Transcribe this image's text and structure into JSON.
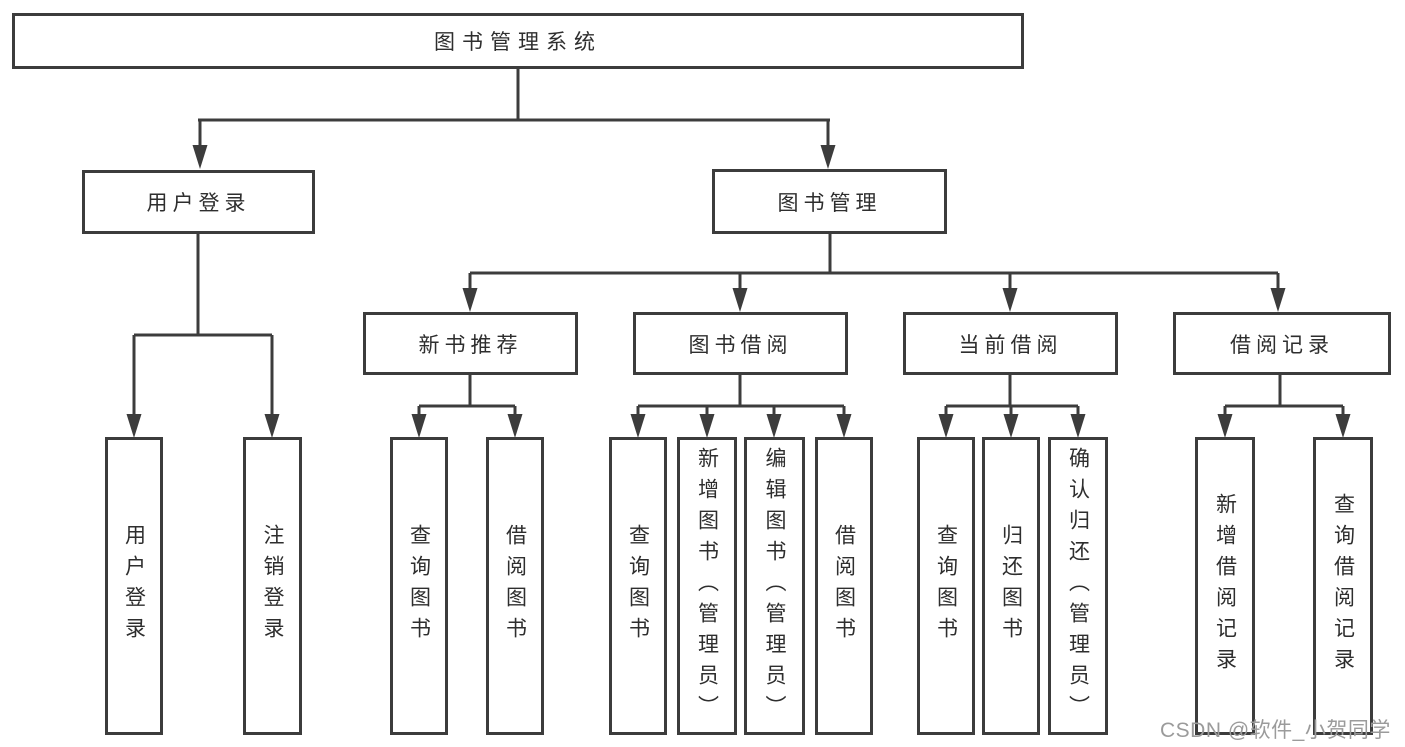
{
  "colors": {
    "line": "#3c3c3c",
    "box_border": "#3c3c3c",
    "text": "#2e2e2e",
    "watermark": "#9b9b9b",
    "background": "#ffffff"
  },
  "nodes": {
    "root": {
      "label": "图书管理系统"
    },
    "level2": [
      {
        "label": "用户登录"
      },
      {
        "label": "图书管理"
      }
    ],
    "level3": [
      {
        "label": "新书推荐"
      },
      {
        "label": "图书借阅"
      },
      {
        "label": "当前借阅"
      },
      {
        "label": "借阅记录"
      }
    ],
    "leaves": {
      "login": [
        {
          "label": "用户登录"
        },
        {
          "label": "注销登录"
        }
      ],
      "recommend": [
        {
          "label": "查询图书"
        },
        {
          "label": "借阅图书"
        }
      ],
      "borrow": [
        {
          "label": "查询图书"
        },
        {
          "label": "新增图书（管理员）"
        },
        {
          "label": "编辑图书（管理员）"
        },
        {
          "label": "借阅图书"
        }
      ],
      "current": [
        {
          "label": "查询图书"
        },
        {
          "label": "归还图书"
        },
        {
          "label": "确认归还（管理员）"
        }
      ],
      "records": [
        {
          "label": "新增借阅记录"
        },
        {
          "label": "查询借阅记录"
        }
      ]
    }
  },
  "watermark": {
    "text": "CSDN @软件_小贺同学"
  }
}
